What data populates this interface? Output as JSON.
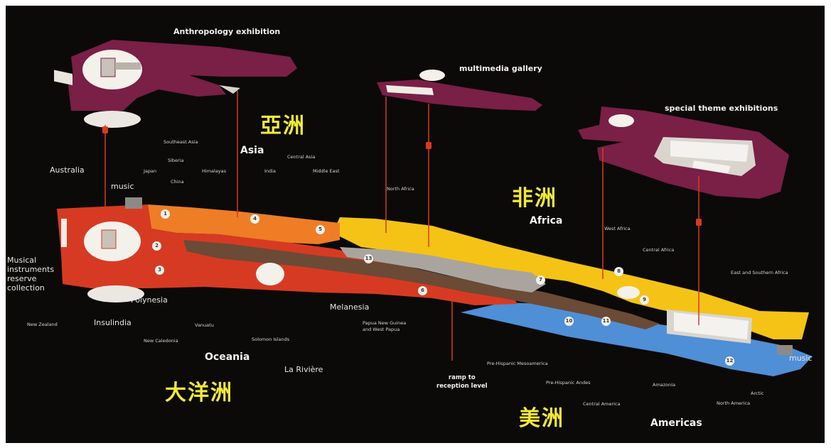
{
  "upper_levels": {
    "anthropology": "Anthropology exhibition",
    "multimedia": "multimedia gallery",
    "special": "special theme exhibitions"
  },
  "regions": {
    "asia": {
      "en": "Asia",
      "zh": "亞洲"
    },
    "africa": {
      "en": "Africa",
      "zh": "非洲"
    },
    "oceania": {
      "en": "Oceania",
      "zh": "大洋洲"
    },
    "americas": {
      "en": "Americas",
      "zh": "美洲"
    }
  },
  "side_labels": {
    "australia": "Australia",
    "music_left": "music",
    "music_right": "music",
    "musical_instruments": [
      "Musical",
      "instruments",
      "reserve",
      "collection"
    ],
    "polynesia": "Polynesia",
    "insulindia": "Insulindia",
    "melanesia": "Melanesia",
    "la_riviere": "La Rivière",
    "ramp": [
      "ramp to",
      "reception level"
    ]
  },
  "small_labels": {
    "southeast_asia": "Southeast Asia",
    "siberia": "Siberia",
    "japan": "Japan",
    "china": "China",
    "himalayas": "Himalayas",
    "india": "India",
    "central_asia": "Central Asia",
    "middle_east": "Middle East",
    "north_africa": "North Africa",
    "west_africa": "West Africa",
    "central_africa": "Central Africa",
    "east_southern_africa": "East and Southern Africa",
    "new_zealand": "New Zealand",
    "new_caledonia": "New Caledonia",
    "vanuatu": "Vanuatu",
    "solomon_islands": "Solomon Islands",
    "papua": [
      "Papua New Guinea",
      "and West Papua"
    ],
    "prehispanic_meso": "Pre-Hispanic Mesoamerica",
    "prehispanic_andes": "Pre-Hispanic Andes",
    "central_america": "Central America",
    "amazonia": "Amazonia",
    "north_america": "North America",
    "arctic": "Arctic"
  },
  "markers": [
    "1",
    "2",
    "3",
    "4",
    "5",
    "6",
    "7",
    "8",
    "9",
    "10",
    "11",
    "12",
    "13"
  ],
  "colors": {
    "background": "#0b0a09",
    "oceania": "#d73a22",
    "asia": "#ee7d26",
    "africa": "#f5c316",
    "americas": "#4f8fd6",
    "river": "#6b4a36",
    "upper_level": "#7a1f45",
    "chinese_text": "#f2ea3a"
  }
}
